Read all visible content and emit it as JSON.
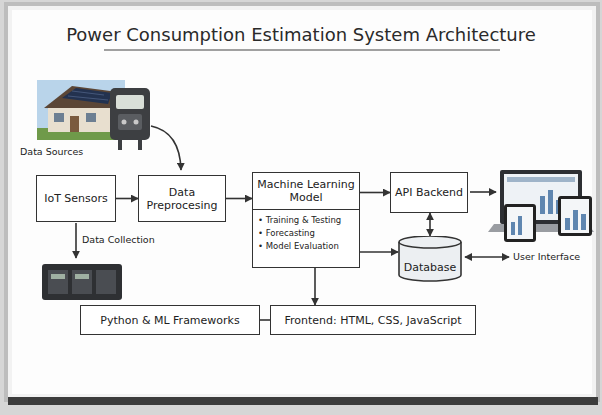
{
  "diagram": {
    "title": "Power Consumption Estimation System Architecture",
    "nodes": [
      {
        "text": [
          "IoT Sensors"
        ]
      },
      {
        "text": [
          "Data Preprocesing"
        ]
      },
      {
        "text": [
          "Machine Learning Model",
          "• Training & Testing",
          "• Forecasting",
          "• Model Evaluation"
        ]
      },
      {
        "text": [
          "API Backend"
        ]
      },
      {
        "text": [
          "Database"
        ]
      },
      {
        "text": [
          "Python & ML Frameworks"
        ]
      },
      {
        "text": [
          "Frontend: HTML, CSS, JavaScript"
        ]
      }
    ],
    "edges": [
      {
        "from": 0,
        "to": 1,
        "arrow": "to"
      },
      {
        "from": 1,
        "to": 2,
        "arrow": "to"
      },
      {
        "from": 2,
        "to": 3,
        "arrow": "to"
      },
      {
        "from": 3,
        "to": 4,
        "arrow": "both"
      },
      {
        "from": 2,
        "to": 4,
        "arrow": "to"
      },
      {
        "from": 2,
        "to": 6,
        "arrow": "to"
      },
      {
        "from": 5,
        "to": 6,
        "arrow": "none"
      }
    ],
    "labels": [
      "Data Sources",
      "Data Collection",
      "User Interface"
    ]
  }
}
